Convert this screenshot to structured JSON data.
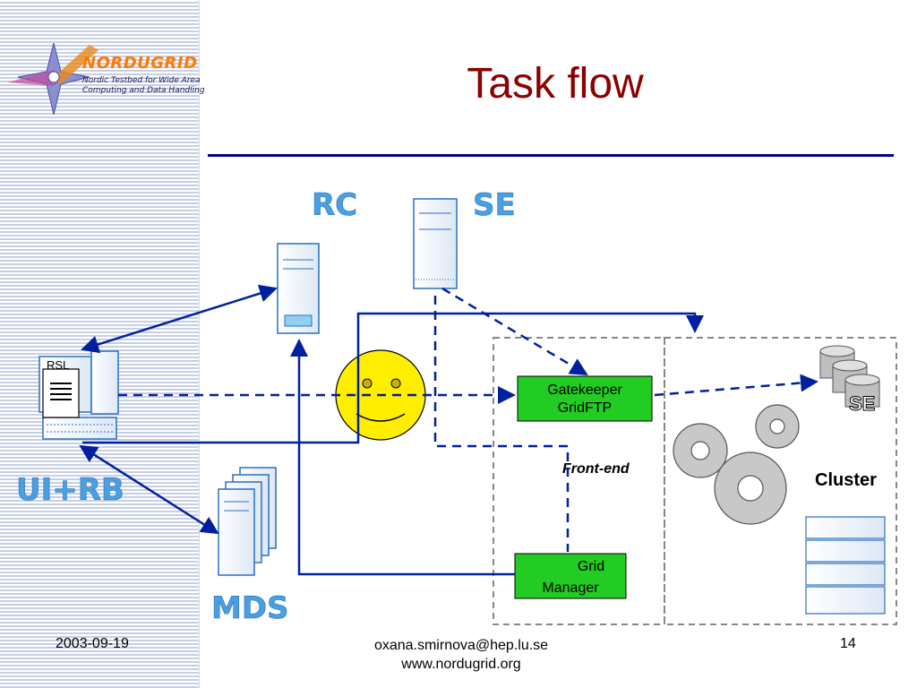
{
  "slide": {
    "title": "Task flow",
    "footer": {
      "date": "2003-09-19",
      "email": "oxana.smirnova@hep.lu.se",
      "url": "www.nordugrid.org",
      "page": "14"
    }
  },
  "logo": {
    "name": "NORDUGRID",
    "tagline_line1": "Nordic Testbed for Wide Area",
    "tagline_line2": "Computing and Data Handling"
  },
  "diagram": {
    "labels": {
      "rc": "RC",
      "se_top": "SE",
      "ui_rb": "UI+RB",
      "mds": "MDS",
      "rsl": "RSL",
      "gatekeeper_line1": "Gatekeeper",
      "gatekeeper_line2": "GridFTP",
      "grid_manager_line1": "Grid",
      "grid_manager_line2": "Manager",
      "front_end": "Front-end",
      "cluster": "Cluster",
      "se_storage": "SE"
    },
    "colors": {
      "arrow": "#00209f",
      "box_fill": "#22cc22",
      "label_blue": "#4a9fe0",
      "smiley": "#ffee00",
      "title": "#8b0000"
    }
  }
}
